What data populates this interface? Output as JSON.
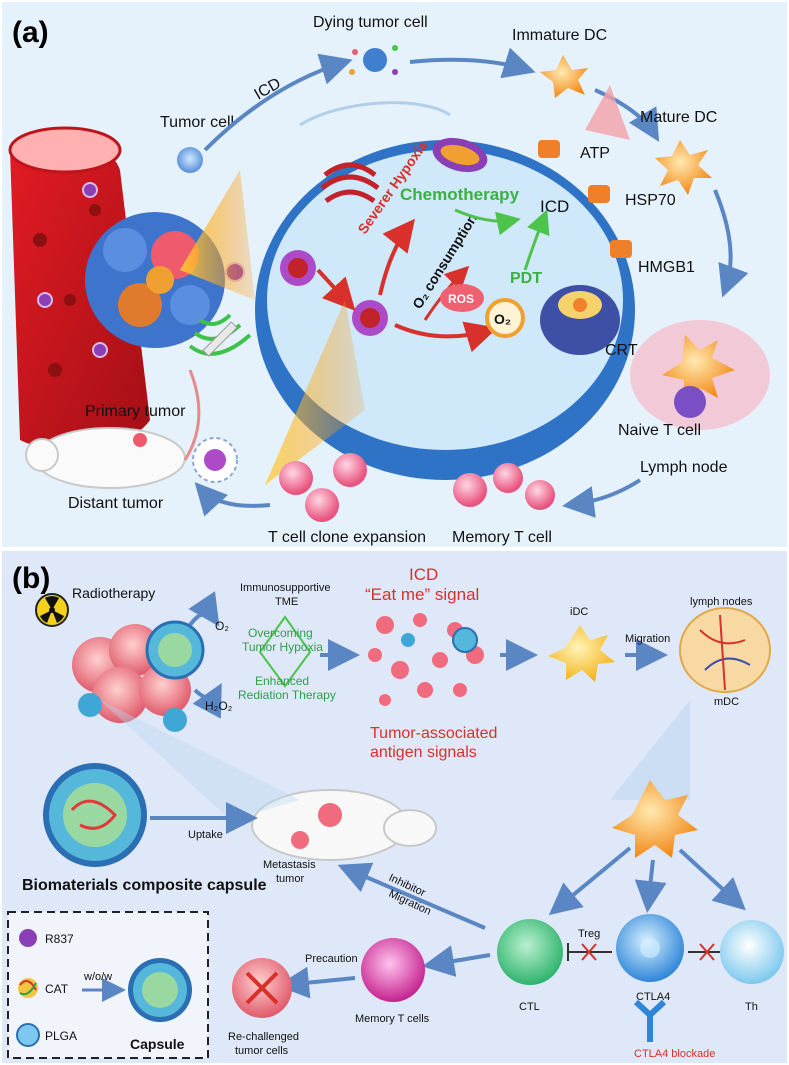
{
  "panel_a": {
    "label": "(a)",
    "dying_tumor_cell": "Dying tumor cell",
    "immature_dc": "Immature DC",
    "mature_dc": "Mature DC",
    "tumor_cell": "Tumor cell",
    "icd_arrow": "ICD",
    "chemotherapy": "Chemotherapy",
    "icd_inner": "ICD",
    "severer_hypoxia": "Severer Hypoxia",
    "o2_consumption": "O₂ consumption",
    "ros": "ROS",
    "pdt": "PDT",
    "o2": "O₂",
    "atp": "ATP",
    "hsp70": "HSP70",
    "hmgb1": "HMGB1",
    "crt": "CRT",
    "primary_tumor": "Primary tumor",
    "distant_tumor": "Distant tumor",
    "naive_t_cell": "Naive T cell",
    "lymph_node": "Lymph node",
    "t_cell_clone": "T cell clone expansion",
    "memory_t_cell": "Memory T cell"
  },
  "panel_b": {
    "label": "(b)",
    "radiotherapy": "Radiotherapy",
    "immunosupportive": "Immunosupportive",
    "tme": "TME",
    "overcoming_1": "Overcoming",
    "overcoming_2": "Tumor Hypoxia",
    "enhanced_1": "Enhanced",
    "enhanced_2": "Rediation Therapy",
    "o2": "O₂",
    "h2o2": "H₂O₂",
    "icd": "ICD",
    "eat_me": "“Eat me” signal",
    "tumor_assoc_1": "Tumor-associated",
    "tumor_assoc_2": "antigen signals",
    "idc": "iDC",
    "migration": "Migration",
    "lymph_nodes": "lymph nodes",
    "mdc": "mDC",
    "uptake": "Uptake",
    "metastasis_1": "Metastasis",
    "metastasis_2": "tumor",
    "inhibitor": "Inhibitor",
    "migration2": "Migration",
    "biomaterials": "Biomaterials  composite capsule",
    "r837": "R837",
    "cat": "CAT",
    "plga": "PLGA",
    "wow": "w/o/w",
    "capsule": "Capsule",
    "rechallenged_1": "Re-challenged",
    "rechallenged_2": "tumor cells",
    "precaution": "Precaution",
    "memory_t_cells": "Memory T cells",
    "ctl": "CTL",
    "treg": "Treg",
    "ctla4": "CTLA4",
    "ctla4_blockade": "CTLA4 blockade",
    "th": "Th"
  }
}
